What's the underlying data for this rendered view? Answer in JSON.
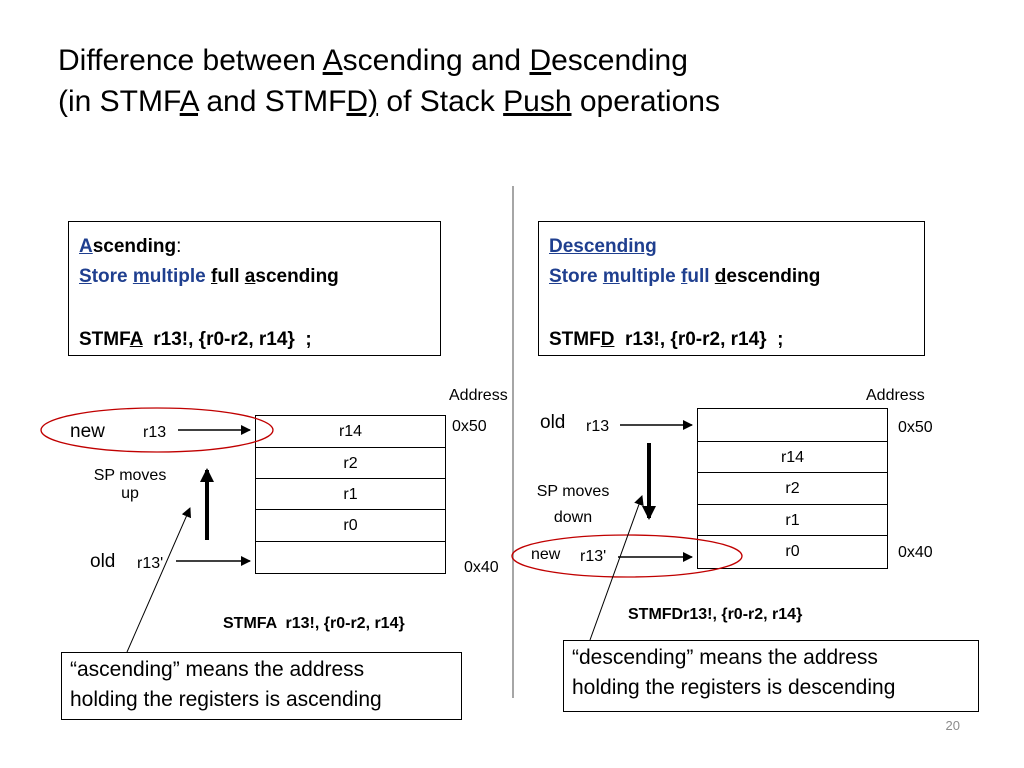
{
  "title": {
    "l1_a": "Difference between ",
    "l1_b": "A",
    "l1_c": "scending and ",
    "l1_d": "D",
    "l1_e": "escending",
    "l2_a": "(in STMF",
    "l2_b": "A",
    "l2_c": " and STMF",
    "l2_d": "D)",
    "l2_e": " of Stack ",
    "l2_f": "Push",
    "l2_g": " operations"
  },
  "asc_box": {
    "h_a": "A",
    "h_b": "scending",
    "h_c": ":",
    "s_1": "S",
    "s_2": "tore ",
    "s_3": "m",
    "s_4": "ultiple ",
    "s_5": "f",
    "s_6": "ull ",
    "s_7": "a",
    "s_8": "scending",
    "c_1": "STMF",
    "c_2": "A",
    "c_3": "  r13!, {r0-r2, r14}  ;"
  },
  "desc_box": {
    "h": "Descending",
    "s_1": "S",
    "s_2": "tore ",
    "s_3": "m",
    "s_4": "ultiple ",
    "s_5": "f",
    "s_6": "ull ",
    "s_7": "d",
    "s_8": "escending",
    "c_1": "STMF",
    "c_2": "D",
    "c_3": "  r13!, {r0-r2, r14}  ;"
  },
  "asc_diagram": {
    "address_label": "Address",
    "addr_top": "0x50",
    "addr_bottom": "0x40",
    "cells": [
      "r14",
      "r2",
      "r1",
      "r0",
      ""
    ],
    "new_label": "new",
    "r13_label": "r13",
    "sp_moves": "SP moves",
    "sp_dir": "up",
    "old_label": "old",
    "r13p_label": "r13'",
    "caption": "STMFA  r13!, {r0-r2, r14}",
    "note_1": "“ascending” means the address",
    "note_2": "holding the registers is ascending"
  },
  "desc_diagram": {
    "address_label": "Address",
    "addr_top": "0x50",
    "addr_bottom": "0x40",
    "cells": [
      "",
      "r14",
      "r2",
      "r1",
      "r0"
    ],
    "old_label": "old",
    "r13_label": "r13",
    "sp_moves": "SP moves",
    "sp_dir": "down",
    "new_label": "new",
    "r13p_label": "r13'",
    "caption": "STMFDr13!, {r0-r2, r14}",
    "note_1": "“descending” means the address",
    "note_2": "holding the registers is descending"
  },
  "page_number": "20",
  "colors": {
    "accent_blue": "#1f3f8f",
    "oval_red": "#c00000",
    "divider": "#a6a6a6"
  }
}
